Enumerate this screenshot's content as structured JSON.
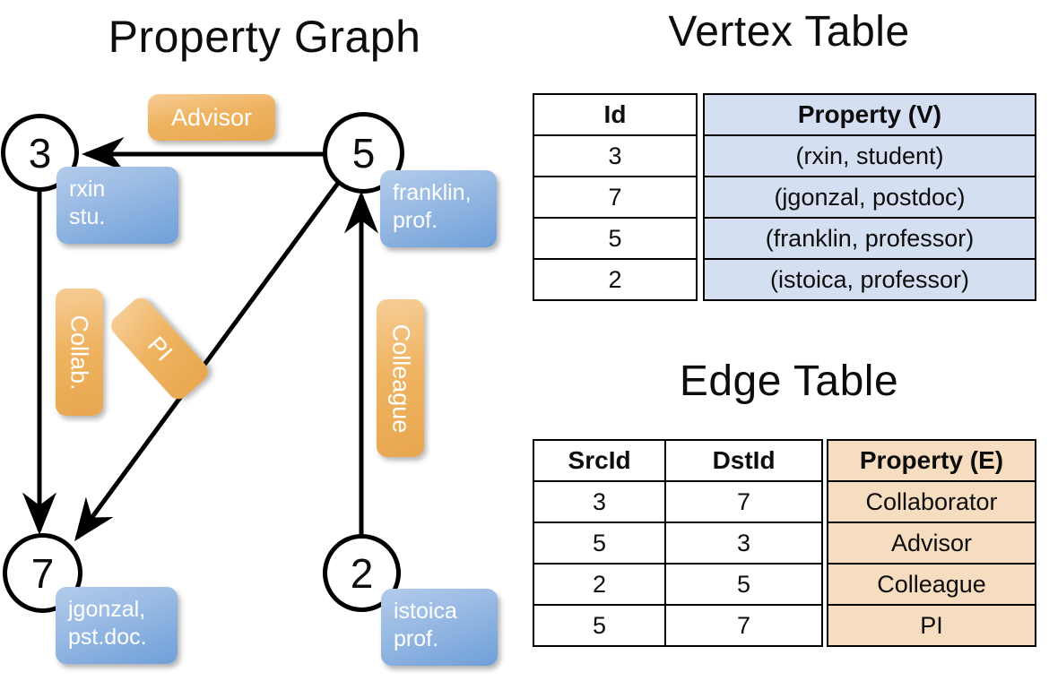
{
  "titles": {
    "property_graph": "Property Graph",
    "vertex_table": "Vertex Table",
    "edge_table": "Edge Table"
  },
  "colors": {
    "vertex_property_fill": "#d4e0f2",
    "edge_property_fill": "#f7ddc0",
    "vertex_box_fill": "#9dbde5",
    "edge_label_fill": "#efb462",
    "stroke": "#000000",
    "background": "#ffffff"
  },
  "graph": {
    "nodes": [
      {
        "id": "3",
        "label": "3",
        "property_line1": "rxin",
        "property_line2": "stu."
      },
      {
        "id": "5",
        "label": "5",
        "property_line1": "franklin,",
        "property_line2": "prof."
      },
      {
        "id": "7",
        "label": "7",
        "property_line1": "jgonzal,",
        "property_line2": "pst.doc."
      },
      {
        "id": "2",
        "label": "2",
        "property_line1": "istoica",
        "property_line2": "prof."
      }
    ],
    "edges": [
      {
        "src": "5",
        "dst": "3",
        "label": "Advisor"
      },
      {
        "src": "3",
        "dst": "7",
        "label": "Collab."
      },
      {
        "src": "5",
        "dst": "7",
        "label": "PI"
      },
      {
        "src": "2",
        "dst": "5",
        "label": "Colleague"
      }
    ]
  },
  "vertex_table": {
    "headers": [
      "Id",
      "Property (V)"
    ],
    "rows": [
      {
        "id": "3",
        "property": "(rxin, student)"
      },
      {
        "id": "7",
        "property": "(jgonzal, postdoc)"
      },
      {
        "id": "5",
        "property": "(franklin, professor)"
      },
      {
        "id": "2",
        "property": "(istoica, professor)"
      }
    ]
  },
  "edge_table": {
    "headers": [
      "SrcId",
      "DstId",
      "Property (E)"
    ],
    "rows": [
      {
        "src": "3",
        "dst": "7",
        "property": "Collaborator"
      },
      {
        "src": "5",
        "dst": "3",
        "property": "Advisor"
      },
      {
        "src": "2",
        "dst": "5",
        "property": "Colleague"
      },
      {
        "src": "5",
        "dst": "7",
        "property": "PI"
      }
    ]
  }
}
